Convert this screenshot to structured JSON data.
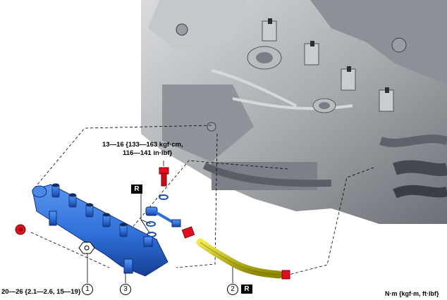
{
  "torque": {
    "upper_line1": "13—16 {133—163 kgf·cm,",
    "upper_line2": "116—141 in·lbf}",
    "lower": "20—26 {2.1—2.6, 15—19}"
  },
  "units": "N·m {kgf·m, ft·lbf}",
  "callouts": {
    "c1": "1",
    "c2": "2",
    "c3": "3"
  },
  "replace_badge": "R",
  "colors": {
    "fuel_rail": "#2f6fd8",
    "plug": "#e01020",
    "pipe": "#c8c000",
    "engine": "#a8abb0"
  }
}
